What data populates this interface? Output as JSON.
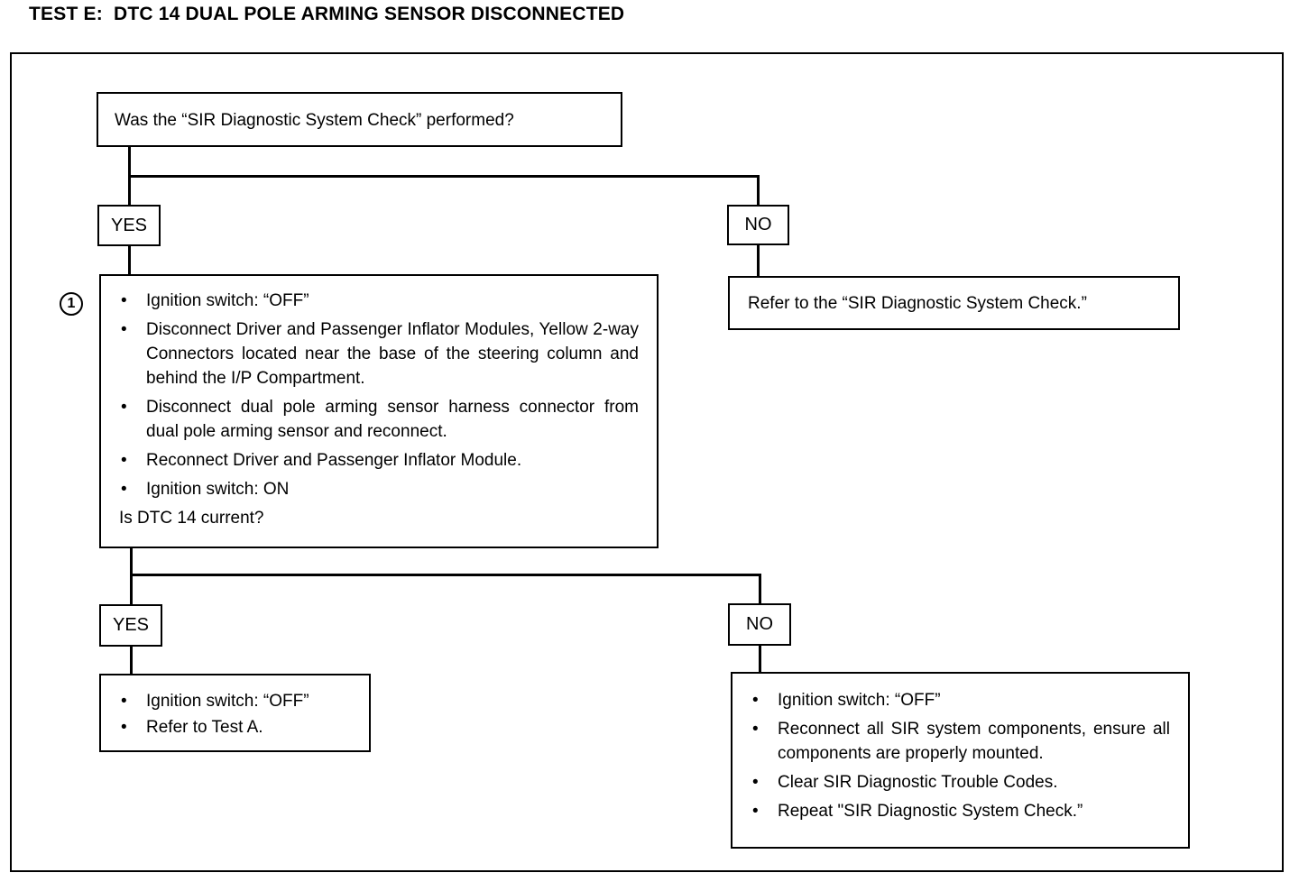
{
  "title": "TEST E:  DTC 14 DUAL POLE ARMING SENSOR DISCONNECTED",
  "question1": "Was the “SIR Diagnostic System Check” performed?",
  "labels": {
    "yes1": "YES",
    "no1": "NO",
    "yes2": "YES",
    "no2": "NO"
  },
  "refer_box": "Refer to the “SIR Diagnostic System Check.”",
  "step_marker": "1",
  "step1": {
    "items": [
      "Ignition switch:  “OFF”",
      "Disconnect Driver and Passenger Inflator Modules, Yellow 2-way Connectors located near the base of the steering column and behind the I/P Compartment.",
      "Disconnect dual pole arming sensor harness connector from dual pole arming sensor and reconnect.",
      "Reconnect Driver and Passenger Inflator Module.",
      "Ignition switch:  ON"
    ],
    "question": "Is DTC 14 current?"
  },
  "yes_result": {
    "items": [
      "Ignition switch:  “OFF”",
      "Refer to Test A."
    ]
  },
  "no_result": {
    "items": [
      "Ignition switch:  “OFF”",
      "Reconnect all SIR system components, ensure all components are properly mounted.",
      "Clear SIR Diagnostic Trouble Codes.",
      "Repeat \"SIR Diagnostic System Check.”"
    ]
  }
}
